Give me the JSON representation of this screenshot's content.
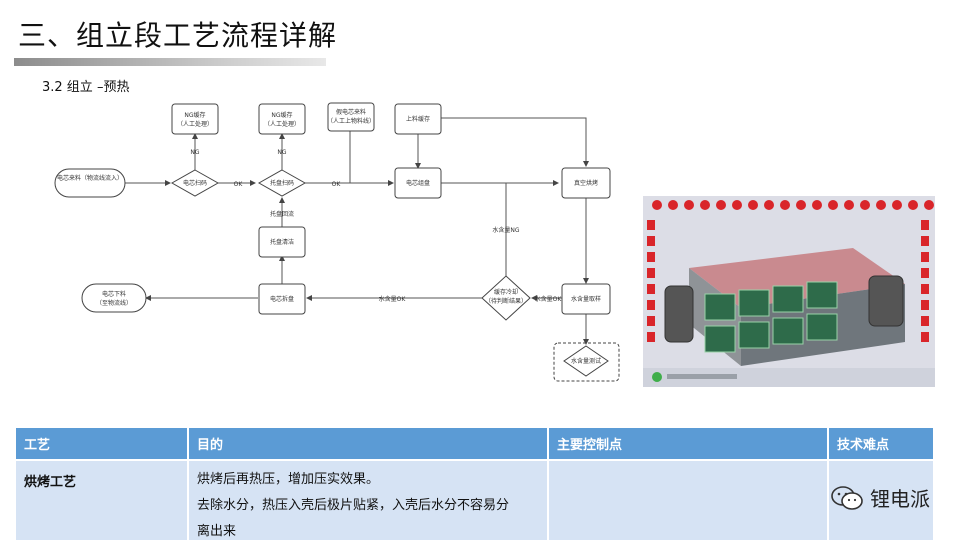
{
  "header": {
    "title": "三、组立段工艺流程详解",
    "subtitle": "3.2 组立 –预热"
  },
  "flowchart": {
    "nodes": {
      "cell_in": "电芯来料（物流线流入）",
      "cell_scan": "电芯扫码",
      "ng_buffer_1": "NG缓存",
      "ng_buffer_1_note": "（人工处理）",
      "tray_scan": "托盘扫码",
      "ng_buffer_2": "NG缓存",
      "ng_buffer_2_note": "（人工处理）",
      "fake_cell": "假电芯来料",
      "fake_cell_note": "（人工上物料线）",
      "upload_buffer": "上料缓存",
      "cell_group": "电芯组盘",
      "vacuum_bake": "真空烘烤",
      "water_sampling": "水含量取样",
      "water_test": "水含量测试",
      "buffer_cool": "缓存冷却",
      "buffer_cool_note": "（待判断结果）",
      "unstack": "电芯拆盘",
      "cell_out": "电芯下料",
      "cell_out_note": "（至物流线）",
      "tray_clean": "托盘清洁",
      "tray_return": "托盘回流"
    },
    "edges": {
      "ng1": "NG",
      "ok1": "OK",
      "ng2": "NG",
      "ok2": "OK",
      "water_ng": "水含量NG",
      "water_ok_1": "水含量OK",
      "water_ok_2": "水含量OK"
    }
  },
  "table": {
    "headers": [
      "工艺",
      "目的",
      "主要控制点",
      "技术难点"
    ],
    "rows": [
      {
        "process": "烘烤工艺",
        "purpose": [
          "烘烤后再热压，增加压实效果。",
          "去除水分，热压入壳后极片贴紧，入壳后水分不容易分",
          "离出来"
        ],
        "control": "",
        "difficulty": ""
      }
    ]
  },
  "brand": {
    "name": "锂电派",
    "icon": "wechat-icon"
  },
  "colors": {
    "table_header": "#5b9bd5",
    "table_row": "#d6e3f4",
    "machine_body": "#c98a8f",
    "screen_button": "#d9252a"
  }
}
